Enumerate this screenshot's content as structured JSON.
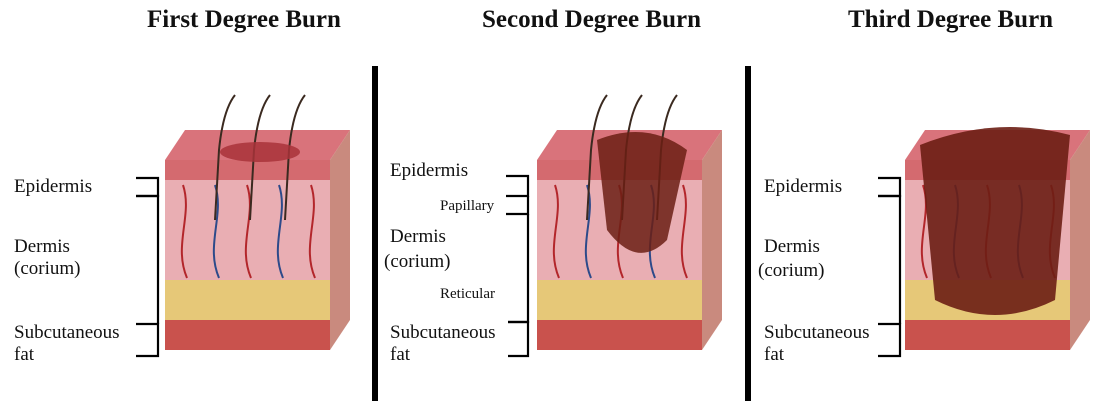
{
  "panels": [
    {
      "title": "First Degree Burn",
      "labels": {
        "epidermis": "Epidermis",
        "dermis_line1": "Dermis",
        "dermis_line2": "(corium)",
        "subcut_line1": "Subcutaneous",
        "subcut_line2": "fat"
      },
      "depth": "epidermis"
    },
    {
      "title": "Second Degree Burn",
      "labels": {
        "epidermis": "Epidermis",
        "papillary": "Papillary",
        "dermis_line1": "Dermis",
        "dermis_line2": "(corium)",
        "reticular": "Reticular",
        "subcut_line1": "Subcutaneous",
        "subcut_line2": "fat"
      },
      "depth": "dermis"
    },
    {
      "title": "Third Degree Burn",
      "labels": {
        "epidermis": "Epidermis",
        "dermis_line1": "Dermis",
        "dermis_line2": "(corium)",
        "subcut_line1": "Subcutaneous",
        "subcut_line2": "fat"
      },
      "depth": "subcutaneous"
    }
  ],
  "colors": {
    "skin_top": "#d9737b",
    "dermis": "#e9aeb3",
    "fat": "#e6c878",
    "muscle": "#c9524d",
    "burn": "#6b1e14",
    "vessel_red": "#b3262b",
    "vessel_blue": "#2d4a8a"
  }
}
